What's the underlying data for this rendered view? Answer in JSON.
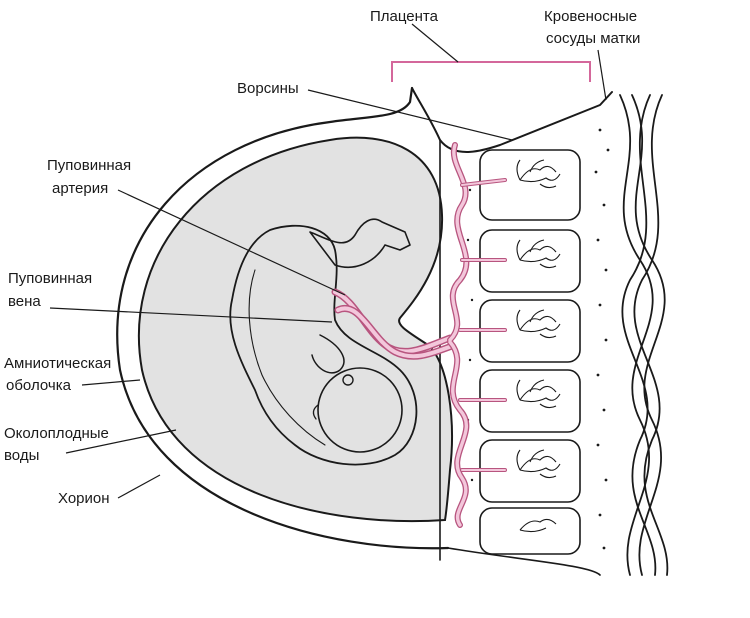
{
  "labels": {
    "placenta": "Плацента",
    "uterine_vessels_line1": "Кровеносные",
    "uterine_vessels_line2": "сосуды матки",
    "villi": "Ворсины",
    "umbilical_artery_line1": "Пуповинная",
    "umbilical_artery_line2": "артерия",
    "umbilical_vein_line1": "Пуповинная",
    "umbilical_vein_line2": "вена",
    "amnion_line1": "Амниотическая",
    "amnion_line2": "оболочка",
    "amniotic_fluid_line1": "Околоплодные",
    "amniotic_fluid_line2": "воды",
    "chorion": "Хорион"
  },
  "colors": {
    "ink": "#1a1a1a",
    "amniotic_fill": "#e2e2e2",
    "bracket": "#d4679b",
    "vessel_dark": "#b8557f",
    "vessel_light": "#f3c7db"
  }
}
